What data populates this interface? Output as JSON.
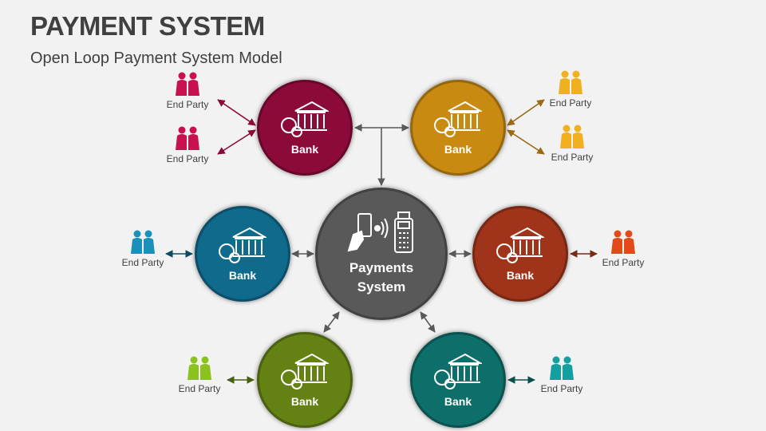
{
  "title": "PAYMENT SYSTEM",
  "subtitle": "Open Loop Payment System Model",
  "center": {
    "label_line1": "Payments",
    "label_line2": "System",
    "color": "#595959"
  },
  "banks": [
    {
      "label": "Bank",
      "color": "#8c0a3a",
      "party_color": "#c8124f"
    },
    {
      "label": "Bank",
      "color": "#c88a10",
      "party_color": "#f0b020"
    },
    {
      "label": "Bank",
      "color": "#0f6a8c",
      "party_color": "#1a90ba"
    },
    {
      "label": "Bank",
      "color": "#a0341a",
      "party_color": "#e24a1a"
    },
    {
      "label": "Bank",
      "color": "#648214",
      "party_color": "#8cc21e"
    },
    {
      "label": "Bank",
      "color": "#0e6e6a",
      "party_color": "#14a0a0"
    }
  ],
  "end_party_label": "End Party",
  "parties": [
    "End Party",
    "End Party",
    "End Party",
    "End Party",
    "End Party",
    "End Party",
    "End Party",
    "End Party"
  ]
}
